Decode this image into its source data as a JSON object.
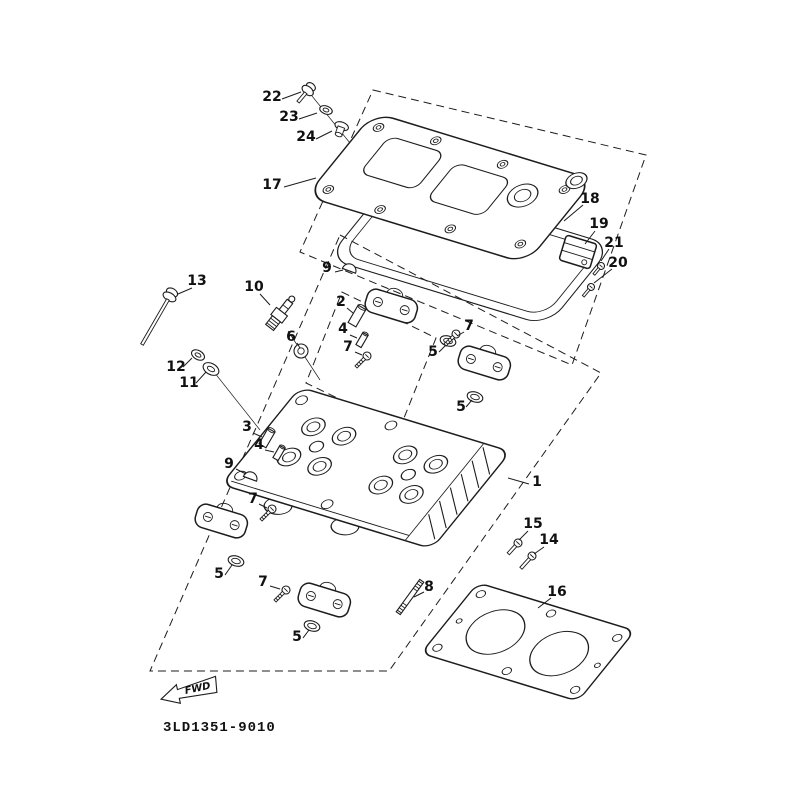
{
  "diagram": {
    "code": "3LD1351-9010",
    "fwd_label": "FWD",
    "background": "#ffffff",
    "line_color": "#1c1c1c"
  },
  "callouts": [
    {
      "text": "22"
    },
    {
      "text": "23"
    },
    {
      "text": "24"
    },
    {
      "text": "17"
    },
    {
      "text": "18"
    },
    {
      "text": "19"
    },
    {
      "text": "21"
    },
    {
      "text": "20"
    },
    {
      "text": "13"
    },
    {
      "text": "10"
    },
    {
      "text": "9"
    },
    {
      "text": "2"
    },
    {
      "text": "4"
    },
    {
      "text": "7"
    },
    {
      "text": "7"
    },
    {
      "text": "5"
    },
    {
      "text": "12"
    },
    {
      "text": "11"
    },
    {
      "text": "6"
    },
    {
      "text": "5"
    },
    {
      "text": "3"
    },
    {
      "text": "4"
    },
    {
      "text": "9"
    },
    {
      "text": "1"
    },
    {
      "text": "7"
    },
    {
      "text": "5"
    },
    {
      "text": "7"
    },
    {
      "text": "15"
    },
    {
      "text": "14"
    },
    {
      "text": "8"
    },
    {
      "text": "16"
    },
    {
      "text": "5"
    }
  ]
}
